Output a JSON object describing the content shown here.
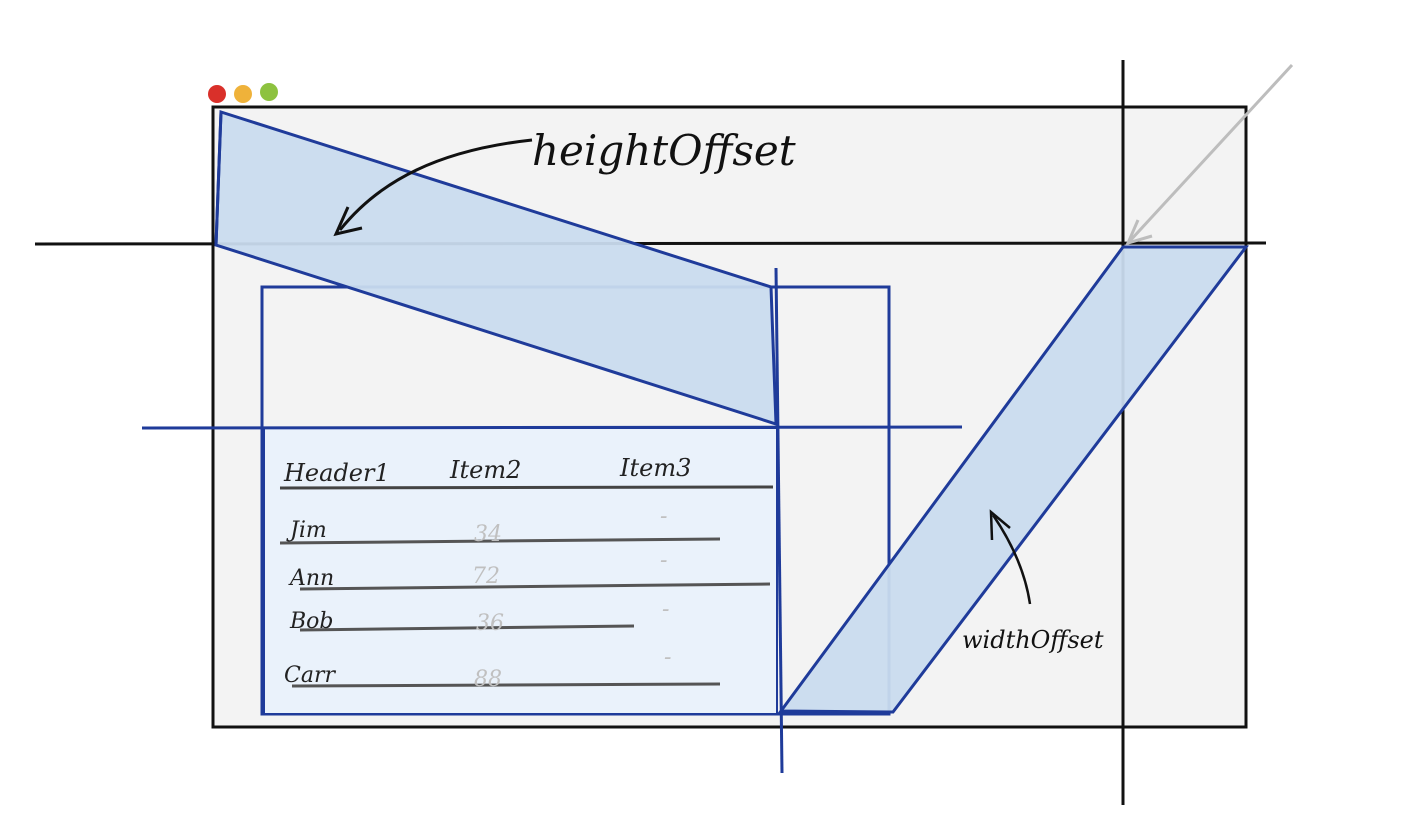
{
  "window": {
    "controls": [
      {
        "name": "close",
        "color": "#d9302a"
      },
      {
        "name": "minimize",
        "color": "#efb23a"
      },
      {
        "name": "maximize",
        "color": "#8dc23f"
      }
    ],
    "background": "#f3f3f3"
  },
  "annotations": {
    "height_offset": "heightOffset",
    "width_offset": "widthOffset"
  },
  "table": {
    "headers": [
      "Header1",
      "Item2",
      "Item3"
    ],
    "rows": [
      {
        "name": "Jim",
        "value": "34",
        "extra": "-"
      },
      {
        "name": "Ann",
        "value": "72",
        "extra": "-"
      },
      {
        "name": "Bob",
        "value": "36",
        "extra": "-"
      },
      {
        "name": "Carr",
        "value": "88",
        "extra": "-"
      }
    ]
  },
  "colors": {
    "outline": "#111111",
    "blue": "#1f3b9a",
    "offset_fill": "#c9dbee",
    "table_fill": "#eaf2fb",
    "placeholder_text": "#bdbdbd"
  }
}
